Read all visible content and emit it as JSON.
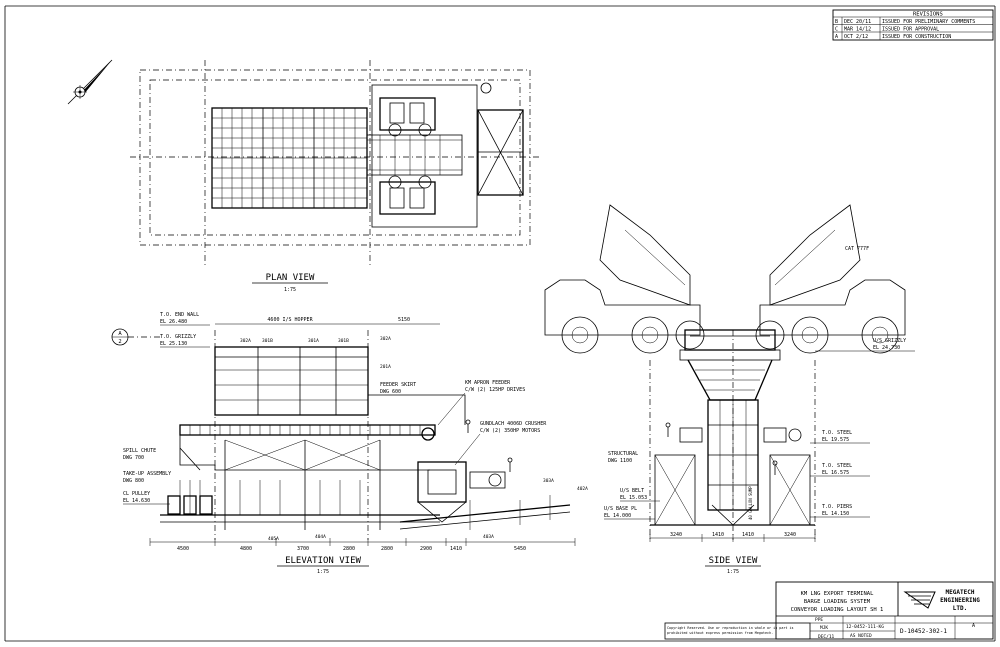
{
  "revisions": {
    "title": "REVISIONS",
    "rows": [
      {
        "rev": "B",
        "date": "DEC 20/11",
        "desc": "ISSUED FOR PRELIMINARY COMMENTS"
      },
      {
        "rev": "C",
        "date": "MAR 14/12",
        "desc": "ISSUED FOR APPROVAL"
      },
      {
        "rev": "A",
        "date": "OCT 2/12",
        "desc": "ISSUED FOR CONSTRUCTION"
      }
    ]
  },
  "plan_view": {
    "title": "PLAN VIEW",
    "scale": "1:75"
  },
  "elevation_view": {
    "title": "ELEVATION VIEW",
    "scale": "1:75",
    "section_marker": {
      "top": "A",
      "bottom": "2"
    },
    "level_labels": [
      {
        "name": "T.O. END WALL",
        "el": "EL 26.480"
      },
      {
        "name": "T.O. GRIZZLY",
        "el": "EL 25.130"
      },
      {
        "name": "SPILL CHUTE",
        "el": "DWG 700"
      },
      {
        "name": "TAKE-UP ASSEMBLY",
        "el": "DWG 800"
      },
      {
        "name": "CL PULLEY",
        "el": "EL 14.630"
      }
    ],
    "callouts": {
      "hopper": "4600 I/S HOPPER",
      "top_dim": "5150",
      "parts_top": [
        "302A",
        "301B",
        "301A",
        "301B",
        "302A"
      ],
      "part_201a": "201A",
      "feeder_skirt": [
        "FEEDER SKIRT",
        "DWG 600"
      ],
      "apron_feeder": [
        "KM APRON FEEDER",
        "C/W (2) 125HP DRIVES"
      ],
      "crusher": [
        "GUNDLACH 4006D CRUSHER",
        "C/W (2) 350HP MOTORS"
      ],
      "part_303a": "303A",
      "part_402a": "402A",
      "part_403a": "403A",
      "part_404a": "404A",
      "part_405a": "405A"
    },
    "dimensions": [
      "4500",
      "4800",
      "3700",
      "2800",
      "2800",
      "2900",
      "1410",
      "5450"
    ]
  },
  "side_view": {
    "title": "SIDE VIEW",
    "scale": "1:75",
    "truck_label": "CAT 777F",
    "level_labels_right": [
      {
        "name": "U/S GRIZZLY",
        "el": "EL 24.730"
      },
      {
        "name": "T.O. STEEL",
        "el": "EL 19.575"
      },
      {
        "name": "T.O. STEEL",
        "el": "EL 16.575"
      },
      {
        "name": "T.O. PIERS",
        "el": "EL 14.150"
      }
    ],
    "level_labels_left": [
      {
        "name": "STRUCTURAL",
        "el": "DWG 1100"
      },
      {
        "name": "U/S BELT",
        "el": "EL 15.053"
      },
      {
        "name": "U/S BASE PL",
        "el": "EL 14.000"
      }
    ],
    "center_label": "40 GALLON SUMP",
    "dimensions": [
      "3240",
      "1410",
      "1410",
      "3240"
    ]
  },
  "title_block": {
    "title_lines": [
      "KM LNG EXPORT TERMINAL",
      "BARGE LOADING SYSTEM",
      "CONVEYOR LOADING LAYOUT SH 1"
    ],
    "company": [
      "MEGATECH",
      "ENGINEERING",
      "LTD."
    ],
    "copyright": [
      "Copyright Reserved. Use or reproduction in whole or in part is",
      "prohibited without express permission from Megatech."
    ],
    "drawn_by": "MJK",
    "checked_by": "PPE",
    "date": "DEC/11",
    "project_no": "12-0452-111-KG",
    "scale": "AS NOTED",
    "drawing_no": "D-10452-302-1",
    "revision": "A"
  }
}
